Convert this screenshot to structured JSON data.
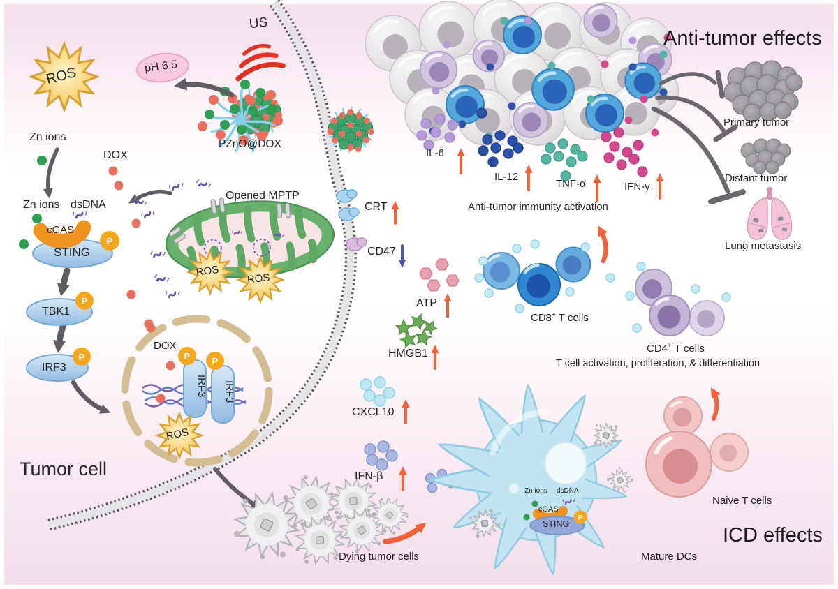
{
  "titles": {
    "anti_tumor": "Anti-tumor effects",
    "icd": "ICD effects"
  },
  "labels": {
    "us": "US",
    "ros": "ROS",
    "ph": "pH 6.5",
    "zn_ions": "Zn ions",
    "dox": "DOX",
    "pzno": "PZnO@DOX",
    "dsdna": "dsDNA",
    "cgas": "cGAS",
    "sting": "STING",
    "p": "P",
    "tbk1": "TBK1",
    "irf3": "IRF3",
    "opened_mptp": "Opened MPTP",
    "tumor_cell": "Tumor cell",
    "crt": "CRT",
    "cd47": "CD47",
    "atp": "ATP",
    "hmgb1": "HMGB1",
    "cxcl10": "CXCL10",
    "ifn_beta": "IFN-β",
    "dying_cells": "Dying tumor cells",
    "mature_dcs": "Mature DCs",
    "naive_t": "Naive T cells",
    "il6": "IL-6",
    "il12": "IL-12",
    "tnf_alpha": "TNF-α",
    "ifn_gamma": "IFN-γ",
    "immunity_activation": "Anti-tumor immunity activation",
    "primary_tumor": "Primary tumor",
    "distant_tumor": "Distant tumor",
    "lung_met": "Lung metastasis",
    "cd8_base": "CD8",
    "cd4_base": "CD4",
    "plus": "+",
    "t_cells": "T cells",
    "t_cell_caption": "T cell activation, proliferation, & differentiation"
  },
  "colors": {
    "background_pink": "#f5dfec",
    "up_arrow_orange": "#f2603a",
    "down_arrow_blue": "#4f55b0",
    "zn_green": "#2f9e52",
    "dox_red": "#e8705c",
    "ros_yellow": "#f6c84e",
    "cgas_orange": "#f0921e",
    "p_orange": "#f5a81c",
    "sting_pill_blue": "#a9cdec",
    "dsdna_purple": "#6a4fa8",
    "mito_green": "#69b26e",
    "membrane_gray": "#d7d6d8",
    "nucleus_tan": "#d4bd92",
    "il6_purple": "#b49ad8",
    "il12_blue": "#2a52a8",
    "tnf_teal": "#56b4a4",
    "ifng_magenta": "#d44890",
    "cd8_blue": "#2f88d0",
    "cd4_purple": "#c5b5d7",
    "naive_pink": "#f1bfbf",
    "dc_blue": "#c2e4f2",
    "atp_pink": "#e8a2b0",
    "hmgb1_green": "#6cae58",
    "cxcl10_cyan": "#bce6f2",
    "ifnb_blue": "#aab6e4",
    "us_red": "#e23022",
    "tumor_gray": "#98959a"
  }
}
